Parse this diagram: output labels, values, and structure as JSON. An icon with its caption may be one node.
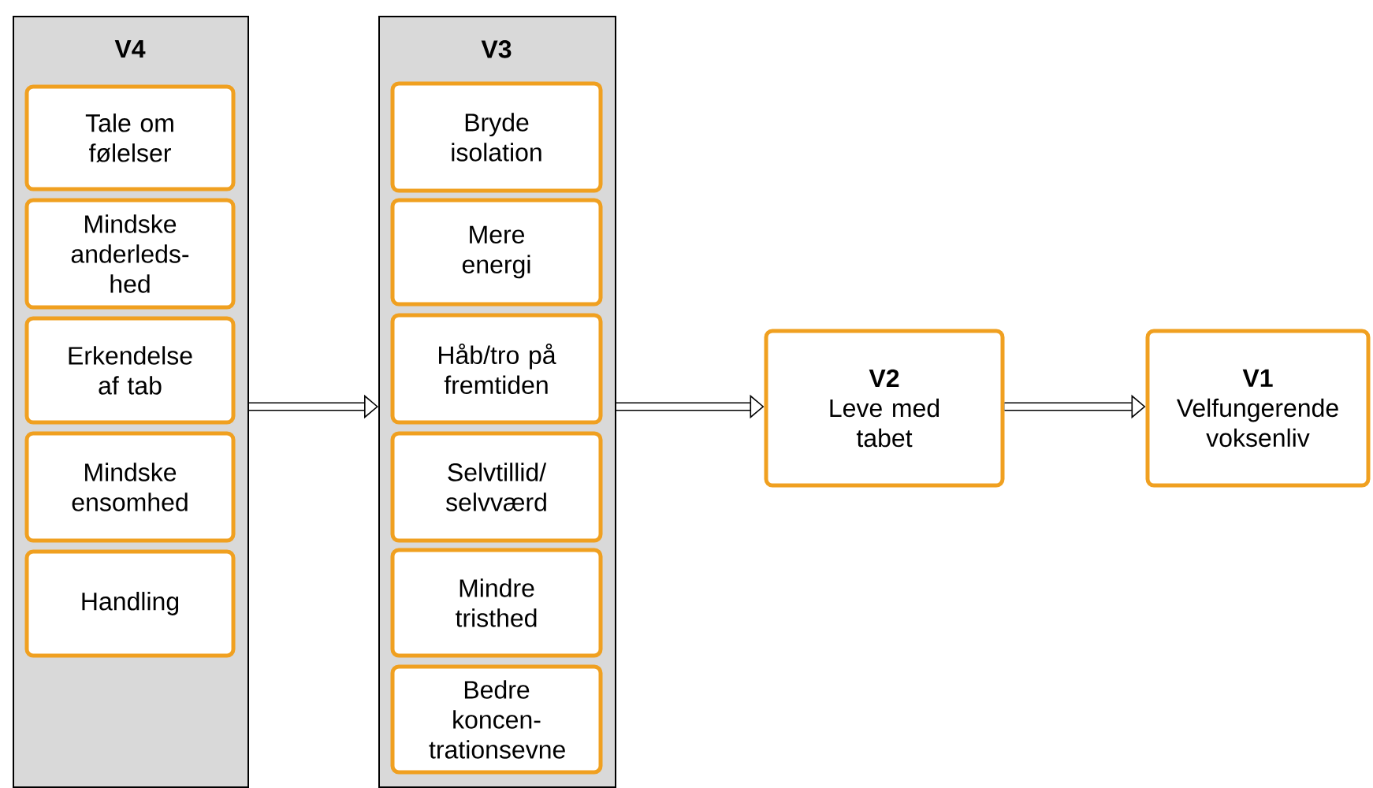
{
  "diagram": {
    "nodes": [
      {
        "text": [
          "V4"
        ]
      },
      {
        "text": [
          "Tale om følelser"
        ],
        "in": 0
      },
      {
        "text": [
          "Mindske anderleds- hed"
        ],
        "in": 0
      },
      {
        "text": [
          "Erkendelse af tab"
        ],
        "in": 0
      },
      {
        "text": [
          "Mindske ensomhed"
        ],
        "in": 0
      },
      {
        "text": [
          "Handling"
        ],
        "in": 0
      },
      {
        "text": [
          "V3"
        ]
      },
      {
        "text": [
          "Bryde isolation"
        ],
        "in": 6
      },
      {
        "text": [
          "Mere energi"
        ],
        "in": 6
      },
      {
        "text": [
          "Håb/tro på fremtiden"
        ],
        "in": 6
      },
      {
        "text": [
          "Selvtillid/ selvværd"
        ],
        "in": 6
      },
      {
        "text": [
          "Mindre tristhed"
        ],
        "in": 6
      },
      {
        "text": [
          "Bedre koncen- trationsevne"
        ],
        "in": 6
      },
      {
        "text": [
          "V2",
          "Leve med tabet"
        ]
      },
      {
        "text": [
          "V1",
          "Velfungerende voksenliv"
        ]
      }
    ],
    "edges": [
      {
        "from": 0,
        "to": 6,
        "arrow": "to"
      },
      {
        "from": 6,
        "to": 13,
        "arrow": "to"
      },
      {
        "from": 13,
        "to": 14,
        "arrow": "to"
      }
    ]
  }
}
